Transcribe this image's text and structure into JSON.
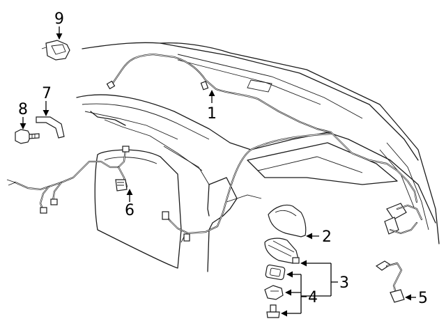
{
  "diagram": {
    "callouts": [
      {
        "id": "1",
        "label": "1"
      },
      {
        "id": "2",
        "label": "2"
      },
      {
        "id": "3",
        "label": "3"
      },
      {
        "id": "4",
        "label": "4"
      },
      {
        "id": "5",
        "label": "5"
      },
      {
        "id": "6",
        "label": "6"
      },
      {
        "id": "7",
        "label": "7"
      },
      {
        "id": "8",
        "label": "8"
      },
      {
        "id": "9",
        "label": "9"
      }
    ]
  },
  "colors": {
    "line": "#1a1a1a",
    "background": "#ffffff"
  }
}
